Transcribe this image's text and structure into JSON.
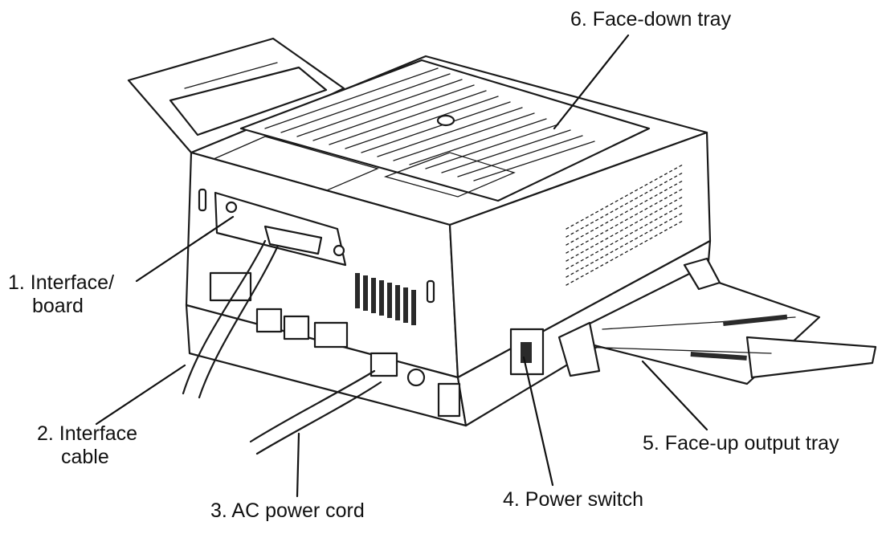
{
  "labels": {
    "interface_board_line1": "1.  Interface/",
    "interface_board_line2": "board",
    "interface_cable_line1": "2. Interface",
    "interface_cable_line2": "cable",
    "ac_power_cord": "3. AC power cord",
    "power_switch": "4.  Power  switch",
    "face_up_tray": "5. Face-up output tray",
    "face_down_tray": "6.  Face-down  tray"
  },
  "colors": {
    "ink": "#1a1a1a",
    "paper": "#ffffff"
  }
}
